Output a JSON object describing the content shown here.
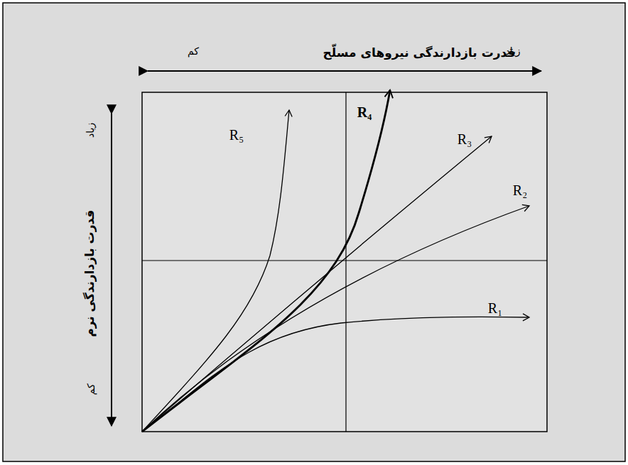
{
  "diagram": {
    "labels": [
      "زیاد",
      "قدرت بازدارندگی نیروهای مسلّح",
      "کم",
      "زیاد",
      "قدرت بازدارندگی نرم",
      "کم",
      "R₅",
      "R₄",
      "R₃",
      "R₂",
      "R₁"
    ]
  }
}
